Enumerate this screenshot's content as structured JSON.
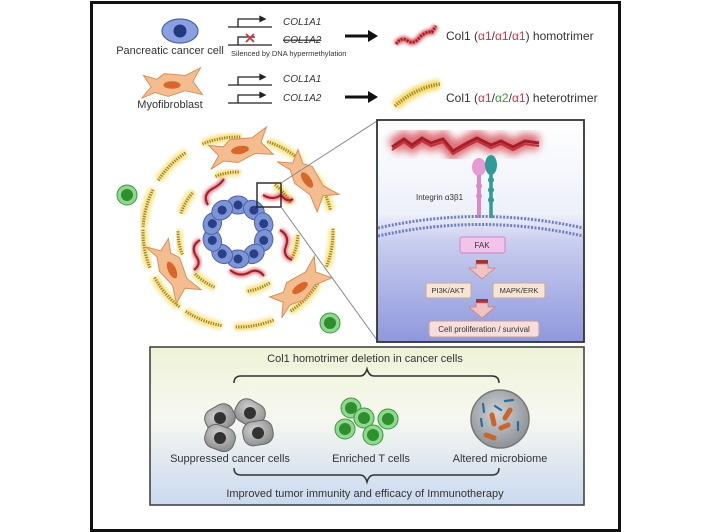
{
  "legend": {
    "cancer_cell_label": "Pancreatic cancer cell",
    "myofibroblast_label": "Myofibroblast",
    "genes_cancer": [
      "COL1A1",
      "COL1A2"
    ],
    "genes_myofibroblast": [
      "COL1A1",
      "COL1A2"
    ],
    "silenced_note": "Silenced by DNA hypermethylation",
    "homotrimer": {
      "prefix": "Col1 (",
      "a1": "α1",
      "sep1": "/",
      "a2": "α1",
      "sep2": "/",
      "a3": "α1",
      "suffix": ") homotrimer"
    },
    "heterotrimer": {
      "prefix": "Col1 (",
      "a1": "α1",
      "sep1": "/",
      "a2": "α2",
      "sep2": "/",
      "a3": "α1",
      "suffix": ") heterotrimer"
    }
  },
  "inset": {
    "integrin_label": "Integrin α3β1",
    "fak_label": "FAK",
    "pi3k_label": "PI3K/AKT",
    "mapk_label": "MAPK/ERK",
    "outcome_label": "Cell proliferation / survival"
  },
  "bottom_panel": {
    "title": "Col1 homotrimer deletion in cancer cells",
    "items": [
      {
        "label": "Suppressed cancer cells"
      },
      {
        "label": "Enriched T cells"
      },
      {
        "label": "Altered microbiome"
      }
    ],
    "conclusion": "Improved tumor immunity and efficacy of Immunotherapy"
  },
  "colors": {
    "alpha1": "#d0343f",
    "alpha2": "#3a9a3a",
    "cancer_cell": "#7b93d4",
    "myofibroblast": "#f2b789",
    "collagen_homo": "#b3262f",
    "collagen_hetero": "#c9a632",
    "t_cell": "#3aa33a"
  }
}
